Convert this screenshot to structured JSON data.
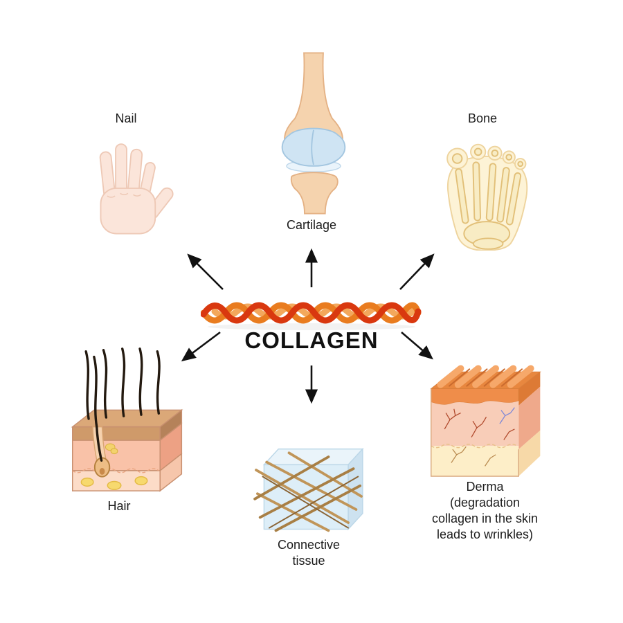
{
  "diagram": {
    "title": "COLLAGEN",
    "items": [
      {
        "id": "nail",
        "label": "Nail"
      },
      {
        "id": "cartilage",
        "label": "Cartilage"
      },
      {
        "id": "bone",
        "label": "Bone"
      },
      {
        "id": "hair",
        "label": "Hair"
      },
      {
        "id": "connective_tissue",
        "label_line1": "Connective",
        "label_line2": "tissue"
      },
      {
        "id": "derma",
        "label_line1": "Derma",
        "label_line2": "(degradation",
        "label_line3": "collagen in the skin",
        "label_line4": "leads to wrinkles)"
      }
    ]
  },
  "colors": {
    "background": "#ffffff",
    "text": "#1c1c1c",
    "arrow": "#111111",
    "collagen_red": "#d9380f",
    "collagen_orange": "#e97c1f",
    "collagen_tan": "#f3a85c",
    "skin_light": "#fbe5da",
    "bone_pale": "#fdf3d6",
    "cartilage_blue": "#cfe4f3",
    "dermis_pink": "#f9c2a8",
    "epidermis_brown": "#cf9a6a",
    "fat_yellow": "#f7d96e",
    "cube_blue": "#ddeef8",
    "fiber_tan": "#c09559",
    "wrinkle_orange": "#e8873f"
  }
}
